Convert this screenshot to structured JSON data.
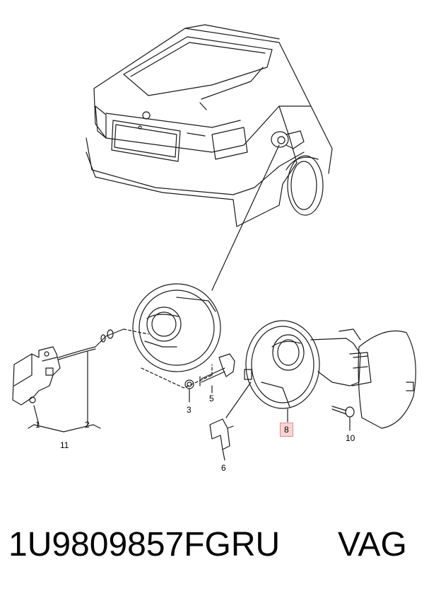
{
  "callouts": {
    "c1": "1",
    "c2": "2",
    "c3": "3",
    "c5": "5",
    "c6": "6",
    "c8": "8",
    "c10": "10",
    "c11": "11"
  },
  "footer": {
    "part_number": "1U9809857FGRU",
    "brand": "VAG"
  },
  "colors": {
    "line": "#1a1a1a",
    "highlight_fill": "#fbd3d3",
    "highlight_border": "#d98f8f",
    "background": "#ffffff"
  }
}
